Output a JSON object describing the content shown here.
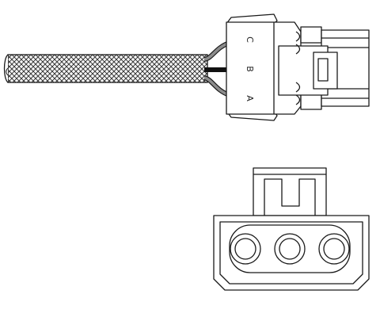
{
  "diagram": {
    "pin_labels": [
      "C",
      "B",
      "A"
    ],
    "colors": {
      "line": "#1a1a1a",
      "braid_fill": "#f4f4f4",
      "wire_grey": "#8c8c8c",
      "wire_black": "#111111",
      "background": "#ffffff"
    },
    "components": {
      "cable": "braided-sheath-cable",
      "connector_side": "connector-side-view",
      "connector_face": "connector-face-view"
    }
  }
}
